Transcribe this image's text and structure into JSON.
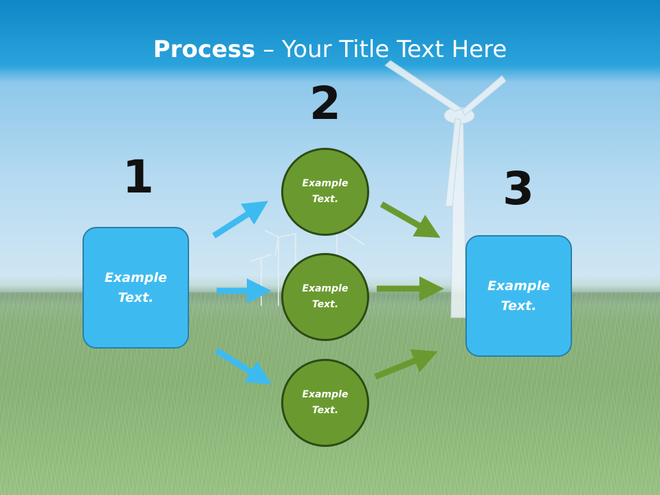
{
  "slide": {
    "title_bold": "Process",
    "title_rest": " – Your Title Text Here",
    "step_numbers": [
      "1",
      "2",
      "3"
    ],
    "box_left": {
      "line1": "Example",
      "line2": "Text."
    },
    "box_right": {
      "line1": "Example",
      "line2": "Text."
    },
    "circles": [
      {
        "line1": "Example",
        "line2": "Text."
      },
      {
        "line1": "Example",
        "line2": "Text."
      },
      {
        "line1": "Example",
        "line2": "Text."
      }
    ]
  },
  "colors": {
    "box_fill": "#3dbbf0",
    "circle_fill": "#6a9a2f",
    "blue_arrow": "#3dbbf0",
    "green_arrow": "#6a9a2f",
    "title_bar": "#1394d2"
  }
}
